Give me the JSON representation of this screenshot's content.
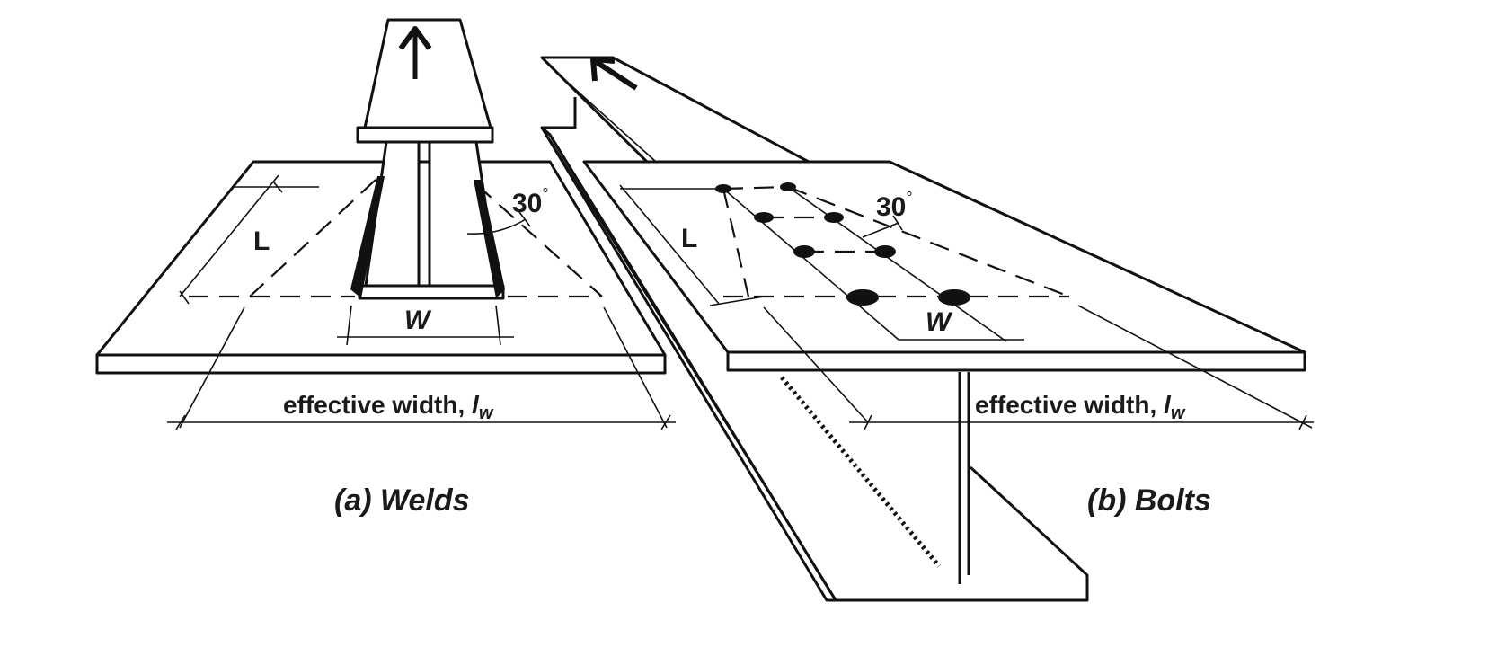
{
  "panel_a": {
    "caption": "(a) Welds",
    "angle_label": "30",
    "degree": "°",
    "length_label": "L",
    "width_label": "W",
    "effective_width_label": "effective width, ",
    "effective_width_symbol": "l",
    "effective_width_subscript": "w"
  },
  "panel_b": {
    "caption": "(b) Bolts",
    "angle_label": "30",
    "degree": "°",
    "length_label": "L",
    "width_label": "W",
    "effective_width_label": "effective width, ",
    "effective_width_symbol": "l",
    "effective_width_subscript": "w"
  }
}
